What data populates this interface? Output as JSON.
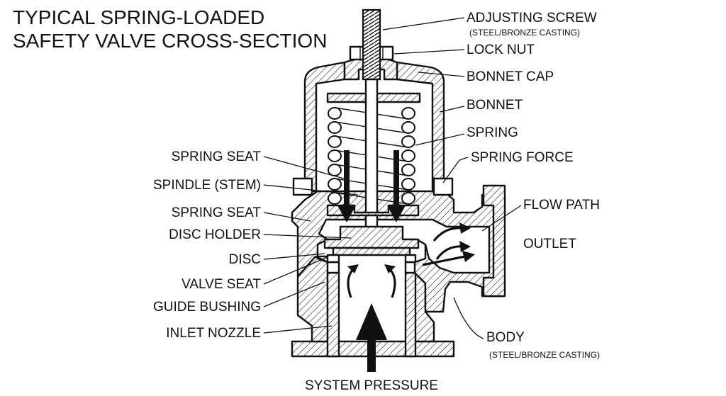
{
  "title": {
    "line1": "TYPICAL SPRING-LOADED",
    "line2": "SAFETY VALVE CROSS-SECTION"
  },
  "labels": {
    "adjusting_screw": "ADJUSTING SCREW",
    "adjusting_screw_note": "(STEEL/BRONZE CASTING)",
    "lock_nut": "LOCK NUT",
    "bonnet_cap": "BONNET CAP",
    "bonnet": "BONNET",
    "spring": "SPRING",
    "spring_force": "SPRING FORCE",
    "flow_path": "FLOW PATH",
    "outlet": "OUTLET",
    "body": "BODY",
    "body_note": "(STEEL/BRONZE CASTING)",
    "spring_seat_upper": "SPRING SEAT",
    "spindle": "SPINDLE (STEM)",
    "spring_seat_lower": "SPRING SEAT",
    "disc_holder": "DISC HOLDER",
    "disc": "DISC",
    "valve_seat": "VALVE SEAT",
    "guide_bushing": "GUIDE BUSHING",
    "inlet_nozzle": "INLET NOZZLE",
    "system_pressure": "SYSTEM PRESSURE"
  },
  "colors": {
    "ink": "#111111",
    "background": "#ffffff"
  }
}
